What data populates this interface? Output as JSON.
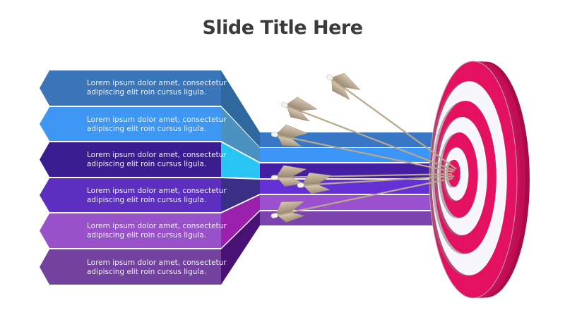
{
  "slide": {
    "title": "Slide Title Here",
    "title_color": "#3b3b3e",
    "background": "#ffffff"
  },
  "banners": {
    "items": [
      {
        "text": "Lorem ipsum dolor amet, consectetur adipiscing elit roin cursus ligula.",
        "face_color": "#3a76b9",
        "fold_color": "#2f689e",
        "band_color": "#3777c5"
      },
      {
        "text": "Lorem ipsum dolor amet, consectetur adipiscing elit roin cursus ligula.",
        "face_color": "#3e97f2",
        "fold_color": "#4b92c1",
        "band_color": "#3b96f7"
      },
      {
        "text": "Lorem ipsum dolor amet, consectetur adipiscing elit roin cursus ligula.",
        "face_color": "#3b1d92",
        "fold_color": "#29c5f2",
        "band_color": "#451fa3"
      },
      {
        "text": "Lorem ipsum dolor amet, consectetur adipiscing elit roin cursus ligula.",
        "face_color": "#5c2fc0",
        "fold_color": "#3a2f86",
        "band_color": "#6531d6"
      },
      {
        "text": "Lorem ipsum dolor amet, consectetur adipiscing elit roin cursus ligula.",
        "face_color": "#9851c9",
        "fold_color": "#9921ad",
        "band_color": "#9b51cf"
      },
      {
        "text": "Lorem ipsum dolor amet, consectetur adipiscing elit roin cursus ligula.",
        "face_color": "#73419e",
        "fold_color": "#4a1174",
        "band_color": "#7d43ae"
      }
    ]
  },
  "target": {
    "rings": 7,
    "ring_color": "#e31160",
    "field_color": "#f7f7fb",
    "rim_color": "#c10d54",
    "rim_edge_color": "#a90a4a"
  },
  "arrows": {
    "count": 6,
    "shaft_color": "#b9a78e",
    "fletch_light": "#d8c9b2",
    "fletch_dark": "#9c8b74",
    "nock_color": "#f3f3f0"
  }
}
